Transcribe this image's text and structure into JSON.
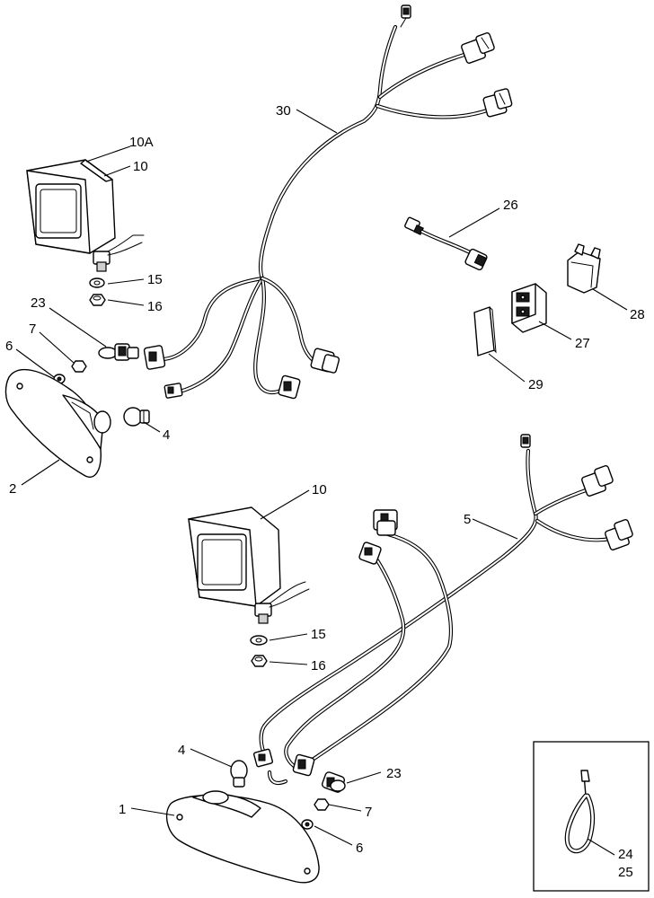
{
  "callouts": {
    "c30": "30",
    "c10a": "10A",
    "c10_top": "10",
    "c15_top": "15",
    "c16_top": "16",
    "c23_top": "23",
    "c7_top": "7",
    "c6_top": "6",
    "c4_top": "4",
    "c2": "2",
    "c26": "26",
    "c28": "28",
    "c27": "27",
    "c29": "29",
    "c10_bot": "10",
    "c5": "5",
    "c15_bot": "15",
    "c16_bot": "16",
    "c4_bot": "4",
    "c23_bot": "23",
    "c7_bot": "7",
    "c1": "1",
    "c6_bot": "6",
    "c24": "24",
    "c25": "25"
  }
}
